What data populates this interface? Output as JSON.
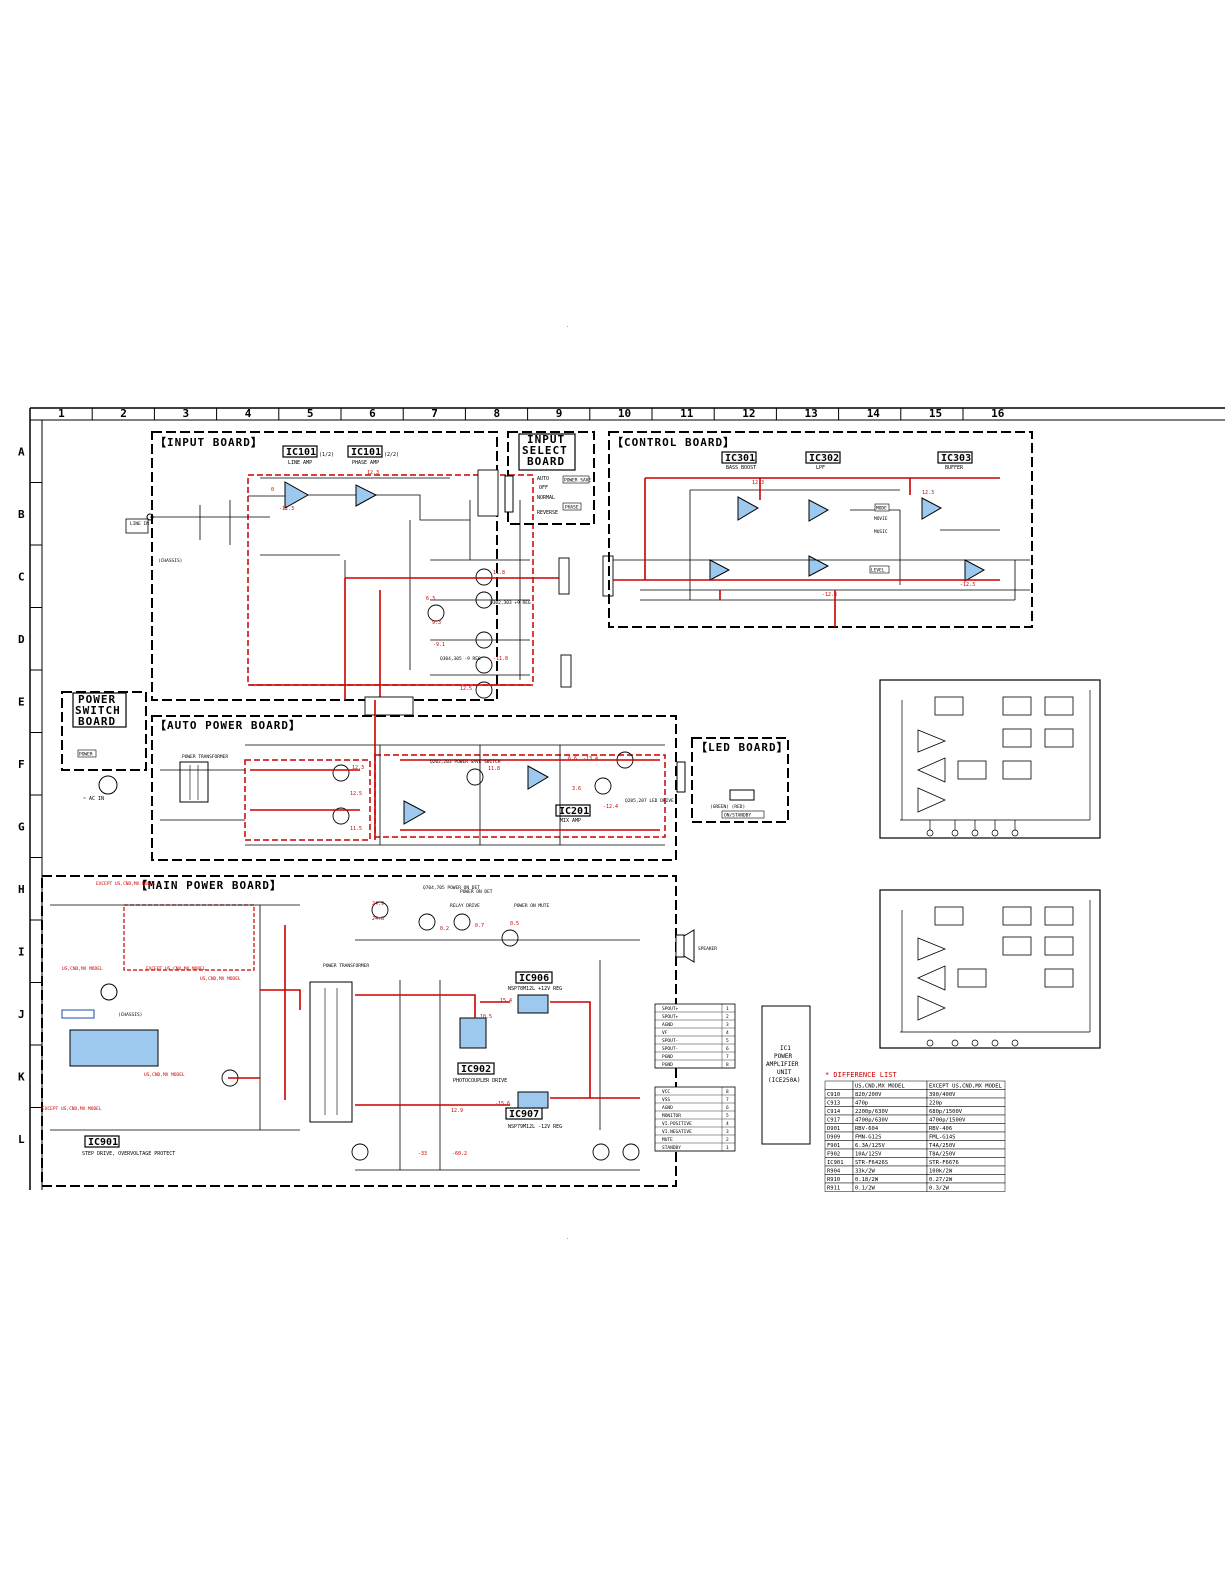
{
  "grid": {
    "columns": [
      "1",
      "2",
      "3",
      "4",
      "5",
      "6",
      "7",
      "8",
      "9",
      "10",
      "11",
      "12",
      "13",
      "14",
      "15",
      "16"
    ],
    "rows": [
      "A",
      "B",
      "C",
      "D",
      "E",
      "F",
      "G",
      "H",
      "I",
      "J",
      "K",
      "L"
    ]
  },
  "boards": {
    "input": "【INPUT BOARD】",
    "input_select": [
      "INPUT",
      "SELECT",
      "BOARD"
    ],
    "control": "【CONTROL BOARD】",
    "power_switch": [
      "POWER",
      "SWITCH",
      "BOARD"
    ],
    "auto_power": "【AUTO POWER BOARD】",
    "led": "【LED BOARD】",
    "main_power": "【MAIN POWER BOARD】"
  },
  "ics": [
    {
      "name": "IC101",
      "suffix": "(1/2)",
      "desc": "LINE AMP"
    },
    {
      "name": "IC101",
      "suffix": "(2/2)",
      "desc": "PHASE AMP"
    },
    {
      "name": "IC301",
      "desc": "BASS BOOST"
    },
    {
      "name": "IC302",
      "desc": "LPF"
    },
    {
      "name": "IC303",
      "desc": "BUFFER"
    },
    {
      "name": "IC201",
      "desc": "MIX AMP"
    },
    {
      "name": "IC906",
      "desc": "NSP78M12L +12V REG"
    },
    {
      "name": "IC902",
      "desc": "PHOTOCOUPLER DRIVE"
    },
    {
      "name": "IC907",
      "desc": "NSP79M12L -12V REG"
    },
    {
      "name": "IC901",
      "desc": "STEP DRIVE, OVERVOLTAGE PROTECT"
    }
  ],
  "labels": {
    "line_in": "LINE IN",
    "chassis": "(CHASSIS)",
    "ac_in": "~ AC IN",
    "speaker": "SPEAKER",
    "auto": "AUTO",
    "off": "OFF",
    "normal": "NORMAL",
    "reverse": "REVERSE",
    "power_save": "POWER SAVE",
    "phase": "PHASE",
    "mode": "MODE",
    "movie": "MOVIE",
    "music": "MUSIC",
    "level": "LEVEL",
    "power_key": "POWER",
    "power_transformer": "POWER TRANSFORMER",
    "green_red": "(GREEN) (RED)",
    "on_standby": "ON/STANDBY",
    "except_us_cnd_mx": "EXCEPT US,CND,MX MODEL",
    "us_cnd_mx": "US,CND,MX MODEL",
    "power_on_det": "POWER ON DET",
    "relay_drive": "RELAY DRIVE",
    "power_on_mute": "POWER ON MUTE",
    "power_save_switch": "POWER SAVE SWITCH",
    "led_drive": "LED DRIVE",
    "q_labels": [
      "Q202,203 POWER SAVE SWITCH",
      "Q205,207 LED DRIVE",
      "Q704,705 POWER ON DET",
      "Q302,303 +9 REG",
      "Q304,305 -9 REG"
    ]
  },
  "power_amp_unit": [
    "IC1",
    "POWER",
    "AMPLIFIER",
    "UNIT",
    "(ICE250A)"
  ],
  "connector_pins_top": [
    "SPOUT+",
    "SPOUT+",
    "AGND",
    "VF",
    "SPOUT-",
    "SPOUT-",
    "PGND",
    "PGND"
  ],
  "connector_pins_bottom": [
    "VCC",
    "VSS",
    "AGND",
    "MONITOR",
    "VI.POSITIVE",
    "VI.NEGATIVE",
    "MUTE",
    "STANDBY"
  ],
  "pin_nums_top": [
    "1",
    "2",
    "3",
    "4",
    "5",
    "6",
    "7",
    "8"
  ],
  "pin_nums_bottom": [
    "8",
    "7",
    "6",
    "5",
    "4",
    "3",
    "2",
    "1"
  ],
  "voltages": [
    "12.3",
    "-12.3",
    "0",
    "11.8",
    "-11.8",
    "6.3",
    "9.3",
    "-9.1",
    "-5.1",
    "24.9",
    "24.8",
    "0.7",
    "0.5",
    "0.2",
    "15.4",
    "-15.6",
    "10.5",
    "-33",
    "-60.2",
    "12.9",
    "-13.4",
    "-12.4",
    "11.5",
    "6.6",
    "3.6",
    "12.5"
  ],
  "difference_list": {
    "title": "* DIFFERENCE LIST",
    "headers": [
      "",
      "US,CND,MX MODEL",
      "EXCEPT US,CND,MX MODEL"
    ],
    "rows": [
      [
        "C910",
        "820/200V",
        "390/400V"
      ],
      [
        "C913",
        "470p",
        "220p"
      ],
      [
        "C914",
        "2200p/630V",
        "680p/1500V"
      ],
      [
        "C917",
        "4700p/630V",
        "4700p/1500V"
      ],
      [
        "D901",
        "RBV-604",
        "RBV-406"
      ],
      [
        "D909",
        "FMN-G12S",
        "FML-G14S"
      ],
      [
        "F901",
        "6.3A/125V",
        "T4A/250V"
      ],
      [
        "F902",
        "10A/125V",
        "T8A/250V"
      ],
      [
        "IC901",
        "STR-F6426S",
        "STR-F6676"
      ],
      [
        "R904",
        "33k/2W",
        "100k/2W"
      ],
      [
        "R910",
        "0.18/2W",
        "0.27/2W"
      ],
      [
        "R911",
        "0.1/2W",
        "0.3/2W"
      ]
    ]
  },
  "colors": {
    "signal_red": "#cc0000",
    "ic_fill": "#9ec9ee",
    "ink": "#000000"
  }
}
